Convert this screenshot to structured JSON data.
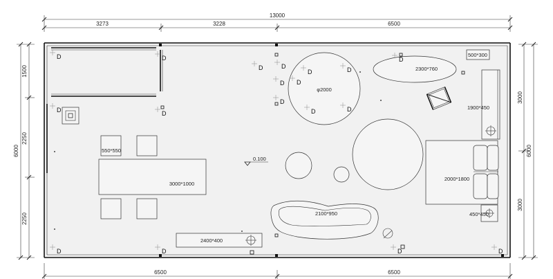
{
  "dimensions": {
    "top_total": "13000",
    "top_seg_1": "3273",
    "top_seg_2": "3228",
    "top_seg_3": "6500",
    "bottom_seg_1": "6500",
    "bottom_seg_2": "6500",
    "left_total": "6000",
    "left_seg_1": "1500",
    "left_seg_2": "2250",
    "left_seg_3": "2250",
    "right_total": "6000",
    "right_seg_1": "3000",
    "right_seg_2": "3000"
  },
  "labels": {
    "cabinet_small": "500*300",
    "ellipse_table": "2300*760",
    "round_table": "φ2000",
    "bench": "1900*450",
    "square_stool": "550*550",
    "long_table": "3000*1000",
    "bed": "2000*1800",
    "sofa": "2100*950",
    "side_table": "450*450",
    "console": "2400*400",
    "level": "0.100"
  },
  "markers": {
    "d": "D"
  }
}
